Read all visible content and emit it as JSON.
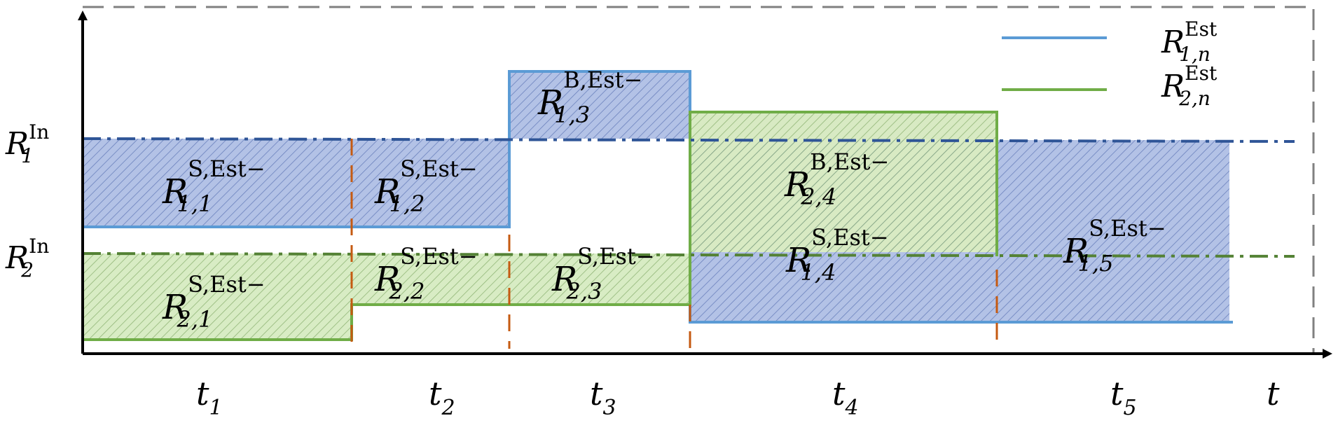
{
  "colors": {
    "blue_fill": "#b3c2e6",
    "blue_hatch": "#2f4d9a",
    "blue_line": "#5b9bd5",
    "blue_dash": "#2f5597",
    "green_fill": "#d8ecc4",
    "green_hatch": "#4a7f2a",
    "green_line": "#70ad47",
    "green_dash": "#548235",
    "boundary": "#c55a11",
    "frame": "#808080",
    "axis": "#000000"
  },
  "axis": {
    "y_labels": [
      {
        "base": "R",
        "sup": "In",
        "sub": "1"
      },
      {
        "base": "R",
        "sup": "In",
        "sub": "2"
      }
    ],
    "x_label": "t",
    "time_labels": [
      {
        "base": "t",
        "sub": "1"
      },
      {
        "base": "t",
        "sub": "2"
      },
      {
        "base": "t",
        "sub": "3"
      },
      {
        "base": "t",
        "sub": "4"
      },
      {
        "base": "t",
        "sub": "5"
      }
    ]
  },
  "legend": [
    {
      "color_key": "blue_line",
      "base": "R",
      "sup": "Est",
      "sub": "1,n"
    },
    {
      "color_key": "green_line",
      "base": "R",
      "sup": "Est",
      "sub": "2,n"
    }
  ],
  "regions": [
    {
      "base": "R",
      "sup": "S,Est−",
      "sub": "1,1"
    },
    {
      "base": "R",
      "sup": "S,Est−",
      "sub": "1,2"
    },
    {
      "base": "R",
      "sup": "B,Est−",
      "sub": "1,3"
    },
    {
      "base": "R",
      "sup": "B,Est−",
      "sub": "2,4"
    },
    {
      "base": "R",
      "sup": "S,Est−",
      "sub": "1,4"
    },
    {
      "base": "R",
      "sup": "S,Est−",
      "sub": "1,5"
    },
    {
      "base": "R",
      "sup": "S,Est−",
      "sub": "2,1"
    },
    {
      "base": "R",
      "sup": "S,Est−",
      "sub": "2,2"
    },
    {
      "base": "R",
      "sup": "S,Est−",
      "sub": "2,3"
    }
  ]
}
